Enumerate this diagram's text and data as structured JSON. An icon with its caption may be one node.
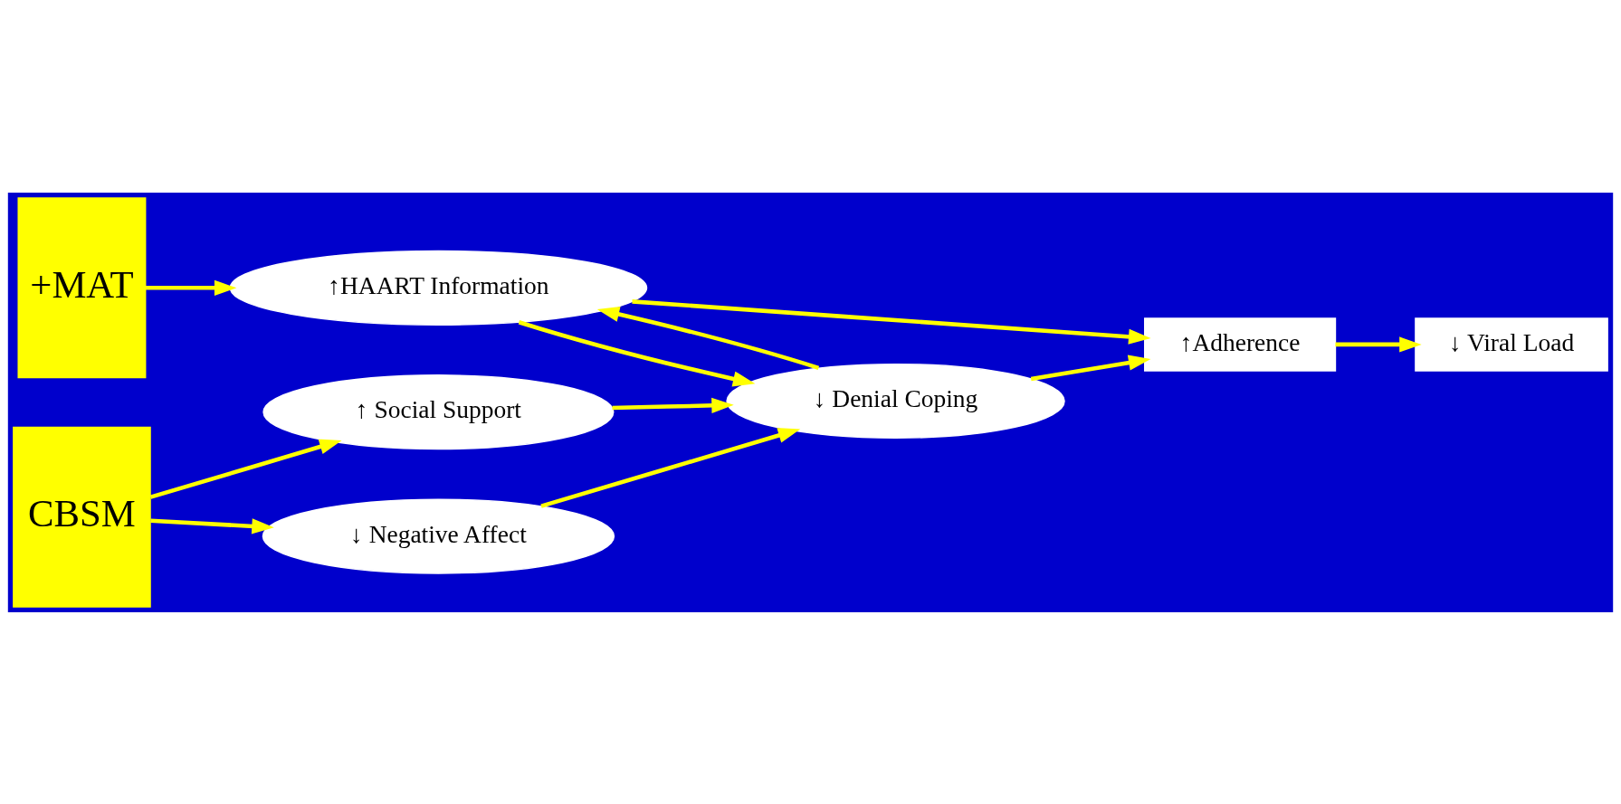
{
  "diagram": {
    "nodes": [
      {
        "text": [
          "+MAT"
        ]
      },
      {
        "text": [
          "CBSM"
        ]
      },
      {
        "text": [
          "↑HAART Information"
        ]
      },
      {
        "text": [
          "↑ Social Support"
        ]
      },
      {
        "text": [
          "↓ Denial Coping"
        ]
      },
      {
        "text": [
          "↓ Negative Affect"
        ]
      },
      {
        "text": [
          "↑Adherence"
        ]
      },
      {
        "text": [
          "↓ Viral Load"
        ]
      }
    ],
    "edges": [
      {
        "from": 0,
        "to": 2,
        "arrow": "to"
      },
      {
        "from": 1,
        "to": 3,
        "arrow": "to"
      },
      {
        "from": 1,
        "to": 5,
        "arrow": "to"
      },
      {
        "from": 3,
        "to": 4,
        "arrow": "to"
      },
      {
        "from": 2,
        "to": 4,
        "arrow": "to"
      },
      {
        "from": 4,
        "to": 2,
        "arrow": "to"
      },
      {
        "from": 5,
        "to": 4,
        "arrow": "to"
      },
      {
        "from": 2,
        "to": 6,
        "arrow": "to"
      },
      {
        "from": 4,
        "to": 6,
        "arrow": "to"
      },
      {
        "from": 6,
        "to": 7,
        "arrow": "to"
      }
    ]
  }
}
